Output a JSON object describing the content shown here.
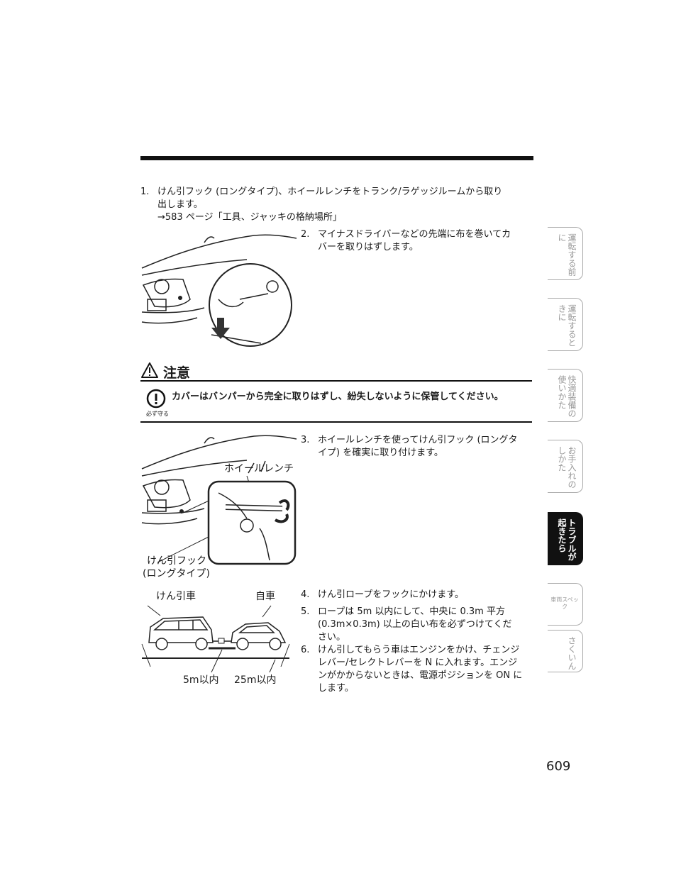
{
  "step1": {
    "num": "1.",
    "line1": "けん引フック (ロングタイプ)、ホイールレンチをトランク/ラゲッジルームから取り",
    "line2": "出します。",
    "ref": "→583 ページ「工具、ジャッキの格納場所」"
  },
  "step2": {
    "num": "2.",
    "line1": "マイナスドライバーなどの先端に布を巻いてカ",
    "line2": "バーを取りはずします。"
  },
  "caution": {
    "title": "注意",
    "text": "カバーはバンパーから完全に取りはずし、紛失しないように保管してください。",
    "must": "必ず守る"
  },
  "step3": {
    "num": "3.",
    "line1": "ホイールレンチを使ってけん引フック (ロングタ",
    "line2": "イプ) を確実に取り付けます。"
  },
  "fig2": {
    "wrench": "ホイールレンチ",
    "hook1": "けん引フック",
    "hook2": "(ロングタイプ)"
  },
  "fig3": {
    "tow_car": "けん引車",
    "own_car": "自車",
    "dist1": "5m以内",
    "dist2": "25m以内"
  },
  "step4": {
    "num": "4.",
    "line1": "けん引ロープをフックにかけます。"
  },
  "step5": {
    "num": "5.",
    "line1": "ロープは 5m 以内にして、中央に 0.3m 平方",
    "line2": "(0.3m×0.3m) 以上の白い布を必ずつけてくだ",
    "line3": "さい。"
  },
  "step6": {
    "num": "6.",
    "line1": "けん引してもらう車はエンジンをかけ、チェンジ",
    "line2": "レバー/セレクトレバーを N に入れます。エンジ",
    "line3": "ンがかからないときは、電源ポジションを ON に",
    "line4": "します。"
  },
  "tabs": [
    {
      "label": "運転する前に"
    },
    {
      "label": "運転するときに"
    },
    {
      "label": "快適装備の使いかた"
    },
    {
      "label": "お手入れのしかた"
    },
    {
      "label": "トラブルが起きたら"
    },
    {
      "label": "車両スペック"
    },
    {
      "label": "さくいん"
    }
  ],
  "page_number": "609"
}
